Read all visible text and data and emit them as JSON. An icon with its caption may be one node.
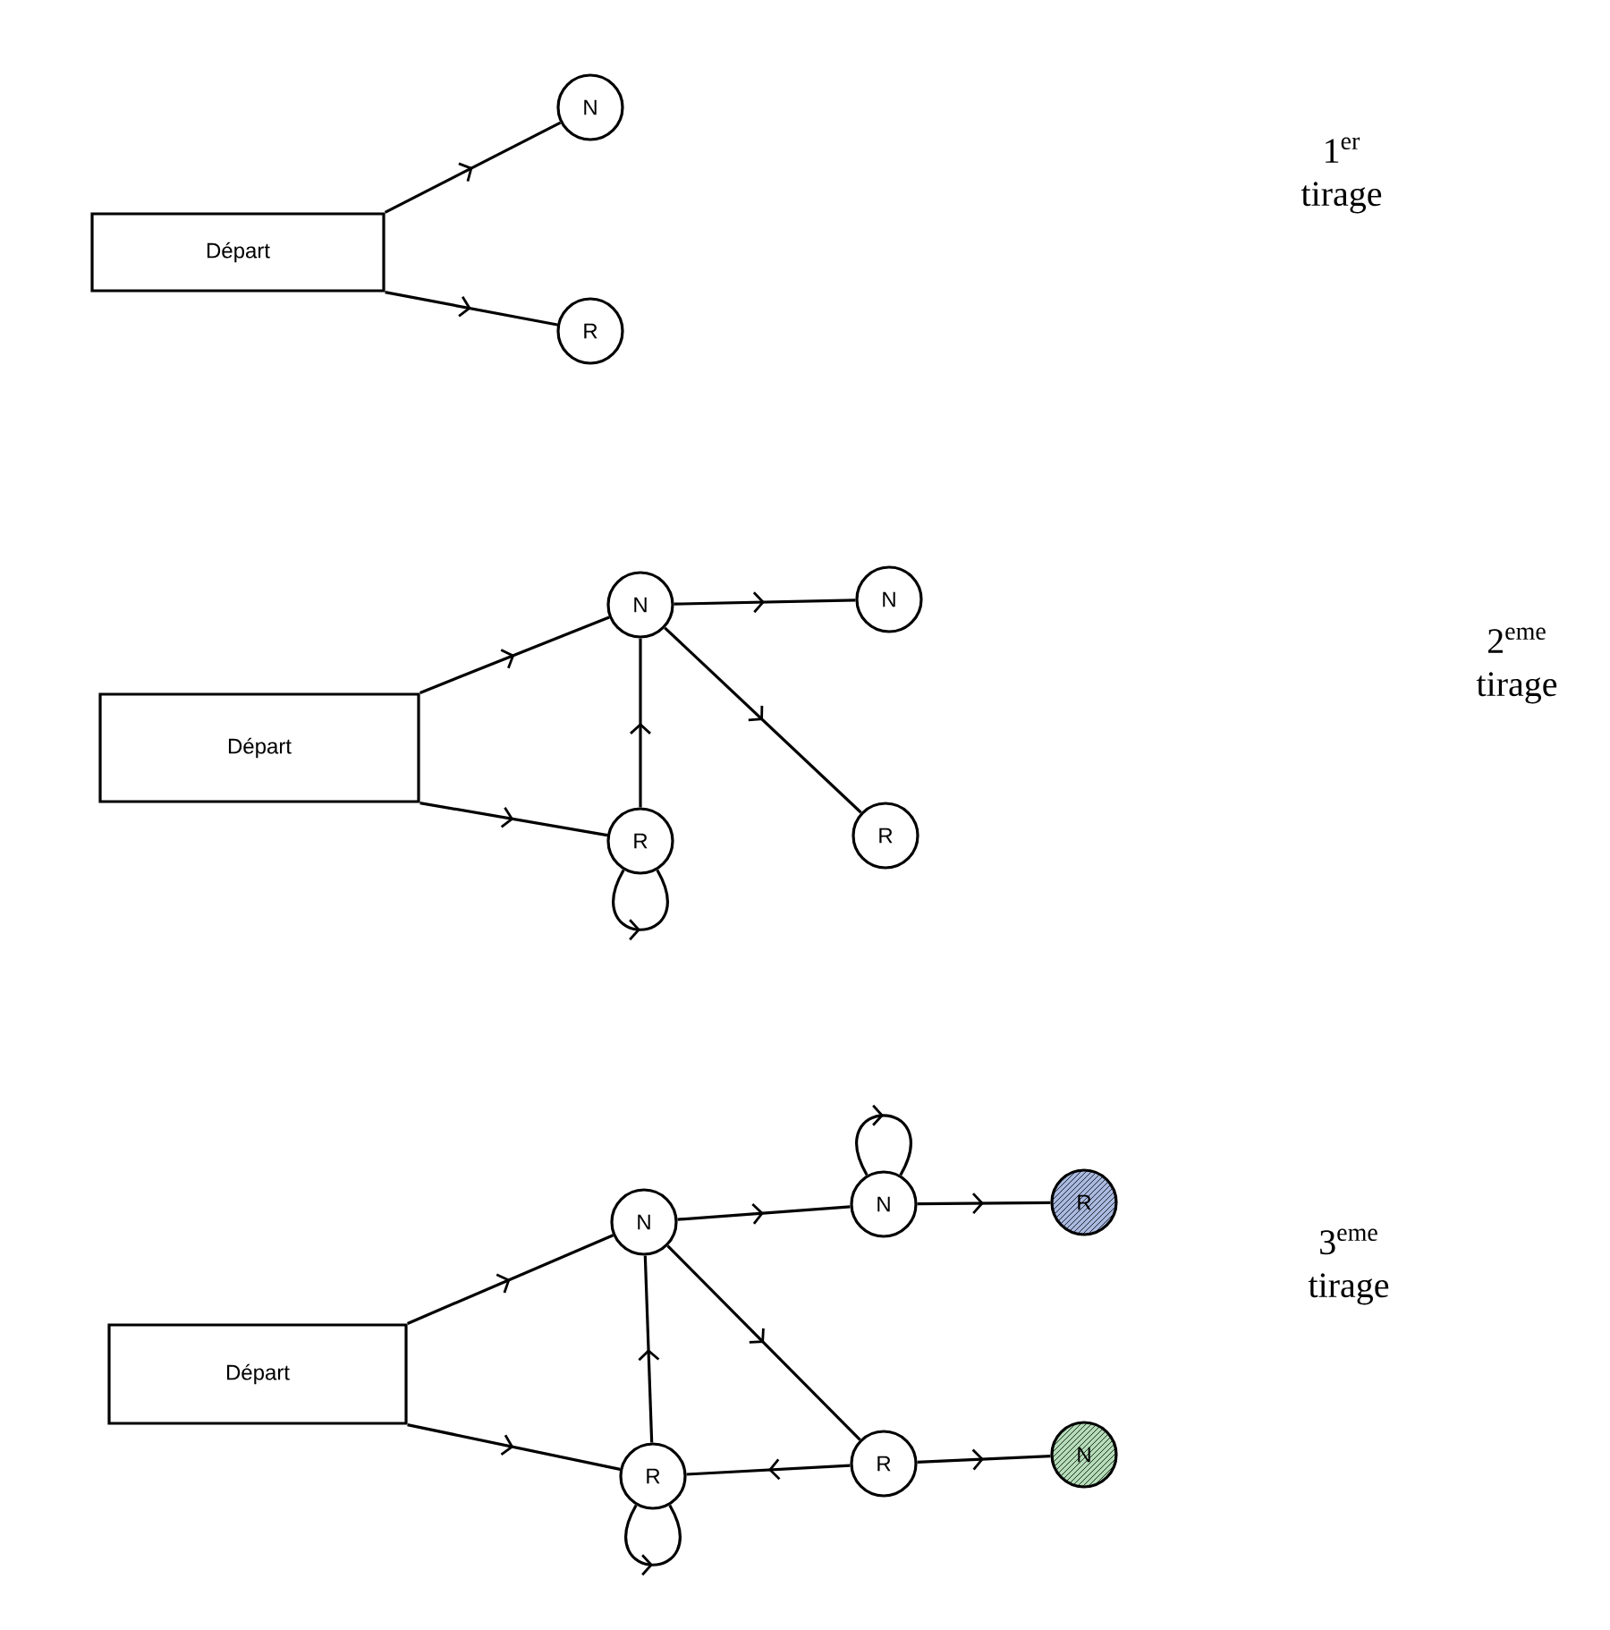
{
  "diagram": {
    "nodes": [
      {
        "text": [
          "Départ"
        ]
      },
      {
        "text": [
          "N"
        ]
      },
      {
        "text": [
          "R"
        ]
      },
      {
        "text": [
          "Départ"
        ]
      },
      {
        "text": [
          "N"
        ]
      },
      {
        "text": [
          "N"
        ]
      },
      {
        "text": [
          "R"
        ]
      },
      {
        "text": [
          "R"
        ]
      },
      {
        "text": [
          "Départ"
        ]
      },
      {
        "text": [
          "N"
        ]
      },
      {
        "text": [
          "N"
        ]
      },
      {
        "text": [
          "R"
        ]
      },
      {
        "text": [
          "R"
        ]
      },
      {
        "text": [
          "R"
        ]
      },
      {
        "text": [
          "N"
        ]
      }
    ],
    "edges": [
      {
        "from": 0,
        "to": 1,
        "arrow": "to"
      },
      {
        "from": 0,
        "to": 2,
        "arrow": "to"
      },
      {
        "from": 3,
        "to": 4,
        "arrow": "to"
      },
      {
        "from": 3,
        "to": 6,
        "arrow": "to"
      },
      {
        "from": 4,
        "to": 5,
        "arrow": "to"
      },
      {
        "from": 4,
        "to": 7,
        "arrow": "to"
      },
      {
        "from": 6,
        "to": 4,
        "arrow": "to"
      },
      {
        "from": 6,
        "to": 6,
        "arrow": "to"
      },
      {
        "from": 8,
        "to": 9,
        "arrow": "to"
      },
      {
        "from": 8,
        "to": 12,
        "arrow": "to"
      },
      {
        "from": 9,
        "to": 10,
        "arrow": "to"
      },
      {
        "from": 9,
        "to": 13,
        "arrow": "to"
      },
      {
        "from": 12,
        "to": 9,
        "arrow": "to"
      },
      {
        "from": 12,
        "to": 12,
        "arrow": "to"
      },
      {
        "from": 10,
        "to": 10,
        "arrow": "to"
      },
      {
        "from": 10,
        "to": 11,
        "arrow": "to"
      },
      {
        "from": 13,
        "to": 12,
        "arrow": "to"
      },
      {
        "from": 13,
        "to": 14,
        "arrow": "to"
      }
    ],
    "labels": [
      "1$^{er}$ tirage",
      "2$^{eme}$ tirage",
      "3$^{eme}$ tirage"
    ]
  }
}
